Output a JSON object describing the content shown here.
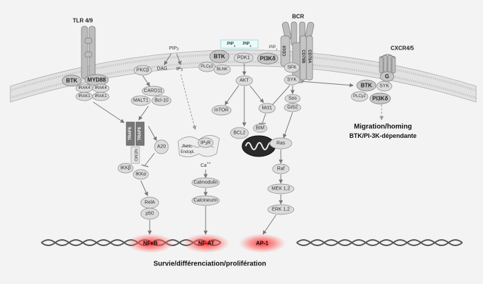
{
  "receptors": {
    "tlr": "TLR 4/9",
    "bcr": "BCR",
    "cxcr": "CXCR4/5"
  },
  "tlr_complex": {
    "btk": "BTK",
    "myd88": "MYD88",
    "irak4_a": "IRAK4",
    "irak4_b": "IRAK4",
    "irak1_a": "IRAK1",
    "irak1_b": "IRAK1"
  },
  "nfkb_path": {
    "traf6_a": "TRAF6",
    "traf6_b": "TRAF6",
    "nemo": "NEMO",
    "a20": "A20",
    "ikkb": "IKKβ",
    "ikka": "IKKα",
    "rela": "RelA",
    "p50": "p50"
  },
  "pip2_path": {
    "pip2": "PIP",
    "pip2_sub": "2",
    "dag": "DAG",
    "ip3": "IP",
    "ip3_sub": "3",
    "pkcb": "PKCβ",
    "card11": "CARD11",
    "malt1": "MALT1",
    "bcl10": "Bcl-10"
  },
  "er": {
    "label1": "Retic.",
    "label2": "Endopl.",
    "ip3r": "IP",
    "ip3r_sub": "3",
    "ip3r_suffix": "R",
    "ca": "Ca",
    "ca_sup": "++",
    "calmodulin": "Calmodulin",
    "calcineurin": "Calcineurin"
  },
  "bcr_complex": {
    "pip3_a": "PIP",
    "pip3_a_sub": "3",
    "pip3_b": "PIP",
    "pip3_b_sub": "3",
    "pip2_small": "PIP",
    "pip2_small_sub": "2",
    "btk": "BTK",
    "plcg2": "PLCγ2",
    "blnk": "BLNK",
    "pdk1": "PDK1",
    "pi3kd": "PI3Kδ",
    "cd19": "CD19",
    "cd79a": "CD79A",
    "cd79b": "CD79B",
    "sfk": "SFK",
    "syk": "SYK"
  },
  "akt_path": {
    "akt": "AKT",
    "mtor": "mTOR",
    "mcl1": "Mcl1",
    "bim": "BIM",
    "bcl2": "BCL2"
  },
  "ras_path": {
    "sos": "Sos",
    "grb2": "Grb2",
    "ras": "Ras",
    "raf": "Raf",
    "mek": "MEK 1,2",
    "erk": "ERK 1,2"
  },
  "cxcr_complex": {
    "g": "G",
    "btk": "BTK",
    "syk": "SYK",
    "plcg2": "PLCγ2",
    "pi3kd": "PI3Kδ"
  },
  "migration": {
    "line1": "Migration/homing",
    "line2": "BTK/PI-3K-dépendante"
  },
  "transcription": {
    "nfkb": "NFκB",
    "nfat": "NF-AT",
    "ap1": "AP-1"
  },
  "footer": "Survie/différenciation/prolifération"
}
